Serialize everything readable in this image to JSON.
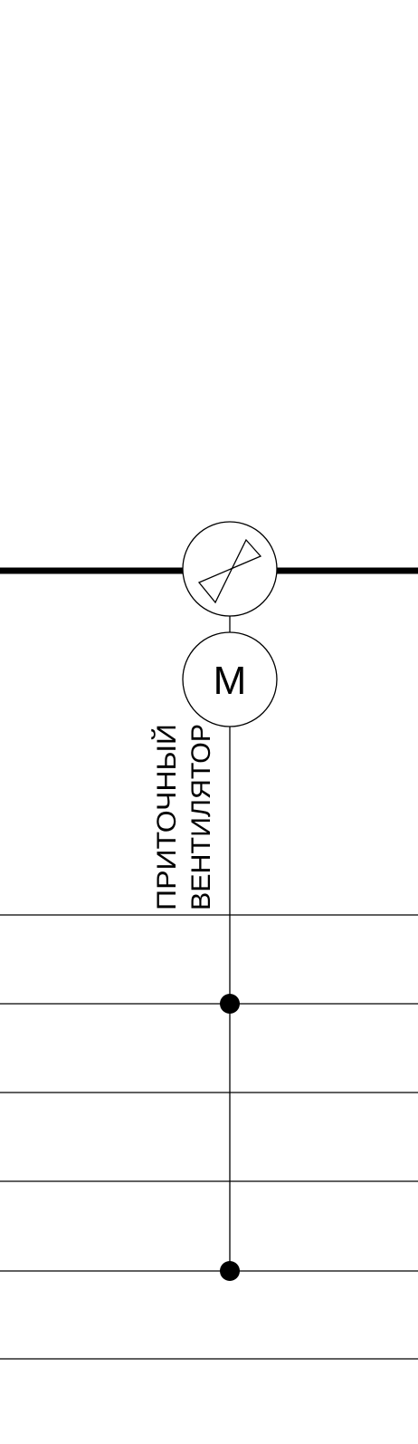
{
  "diagram": {
    "motor_letter": "M",
    "fan_label": {
      "line1": "ПРИТОЧНЫЙ",
      "line2": "ВЕНТИЛЯТОР"
    }
  },
  "colors": {
    "stroke": "#000000",
    "background": "#ffffff"
  }
}
